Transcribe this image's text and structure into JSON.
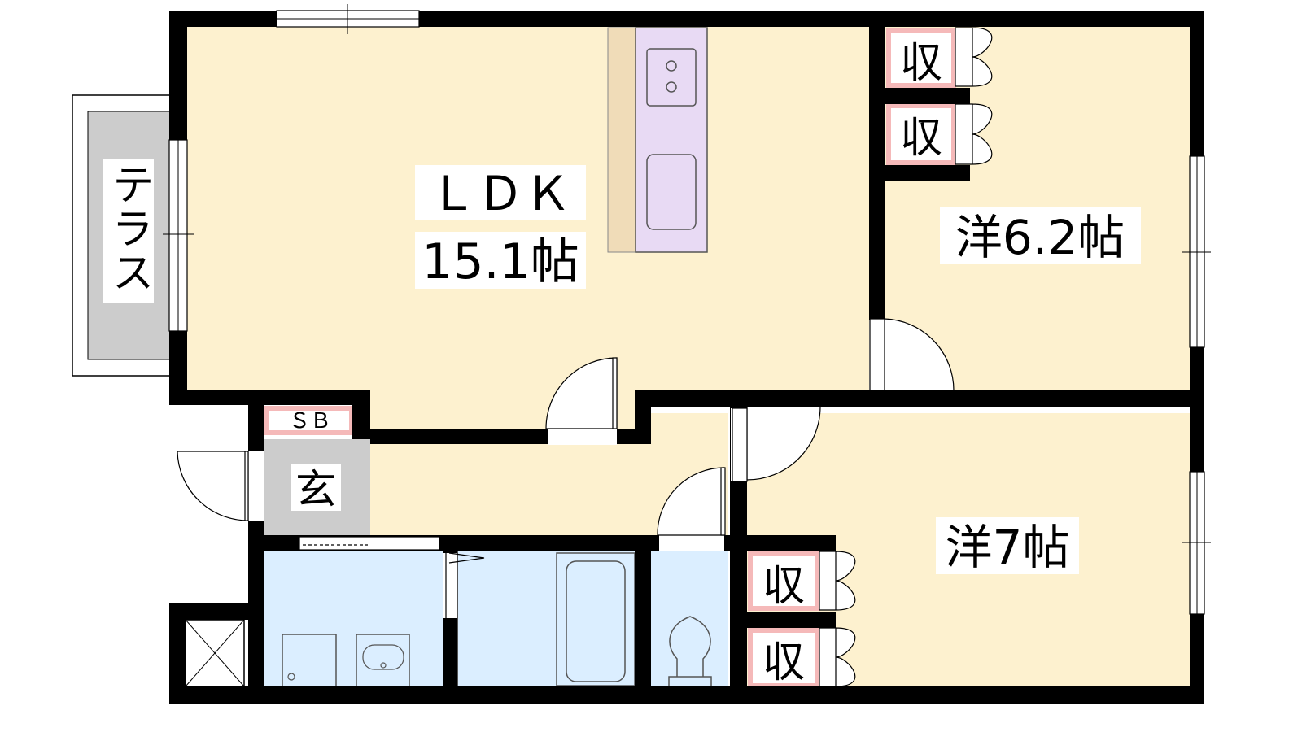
{
  "rooms": {
    "ldk": {
      "name": "ＬＤＫ",
      "size": "15.1帖"
    },
    "western_1": {
      "label": "洋6.2帖"
    },
    "western_2": {
      "label": "洋7帖"
    },
    "terrace": {
      "label": "テラス"
    },
    "entrance": {
      "label": "玄"
    },
    "shoe_box": {
      "label": "ＳＢ"
    }
  },
  "storage": {
    "label": "収"
  },
  "colors": {
    "wall": "#000000",
    "room_floor": "#fdf1cf",
    "wet_area": "#dbeeff",
    "terrace": "#cccccc",
    "entrance": "#cccccc",
    "kitchen": "#e8daf4",
    "counter": "#f0dcb8",
    "storage_border": "#f5b9b9"
  }
}
